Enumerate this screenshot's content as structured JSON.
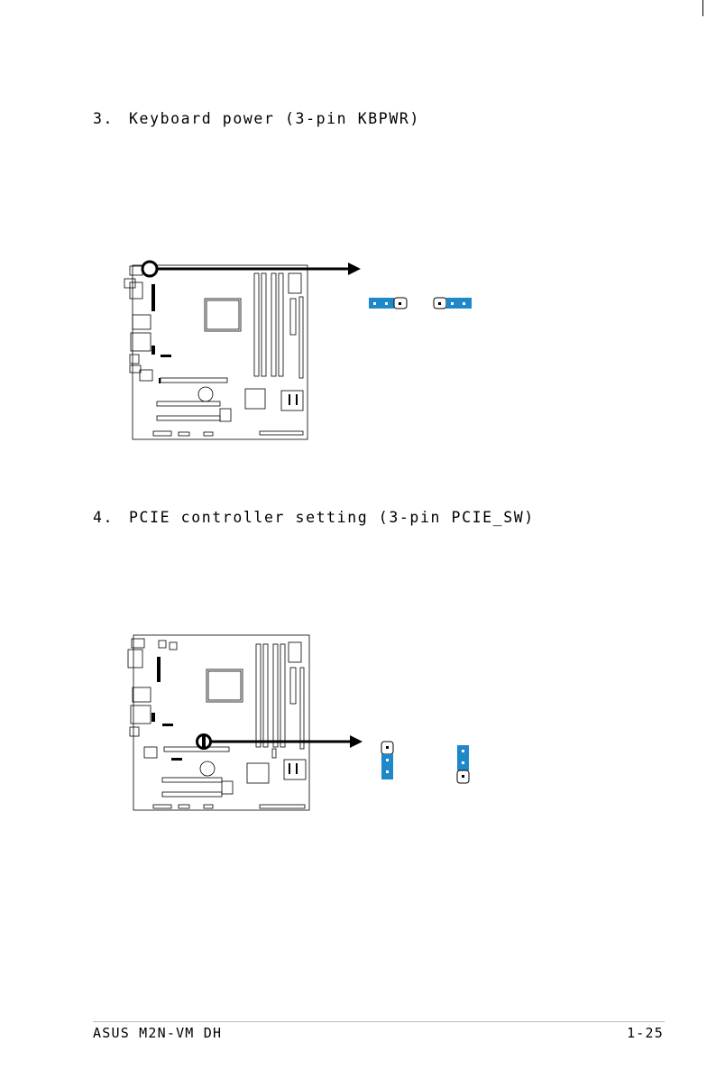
{
  "sections": [
    {
      "number": "3.",
      "title": "Keyboard power (3-pin KBPWR)"
    },
    {
      "number": "4.",
      "title": "PCIE controller setting (3-pin PCIE_SW)"
    }
  ],
  "footer": {
    "product": "ASUS M2N-VM DH",
    "page": "1-25"
  },
  "colors": {
    "jumper_cap": "#1e88c8",
    "pin_border": "#000000"
  }
}
